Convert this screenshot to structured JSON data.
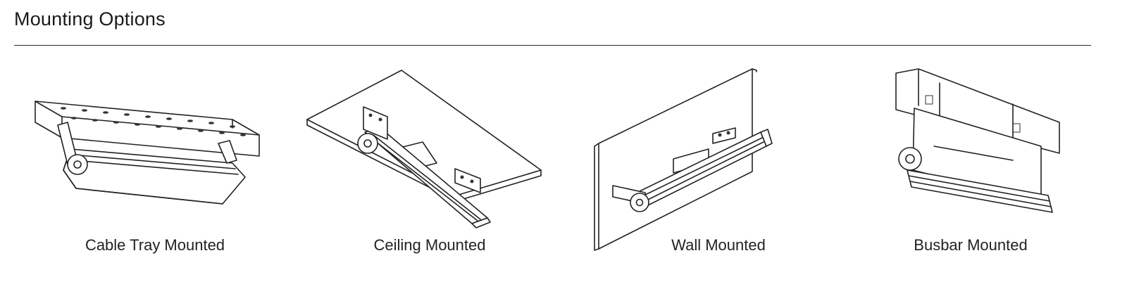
{
  "section": {
    "title": "Mounting Options"
  },
  "options": [
    {
      "label": "Cable Tray Mounted",
      "icon": "cable-tray-mounted-illustration"
    },
    {
      "label": "Ceiling Mounted",
      "icon": "ceiling-mounted-illustration"
    },
    {
      "label": "Wall Mounted",
      "icon": "wall-mounted-illustration"
    },
    {
      "label": "Busbar Mounted",
      "icon": "busbar-mounted-illustration"
    }
  ]
}
